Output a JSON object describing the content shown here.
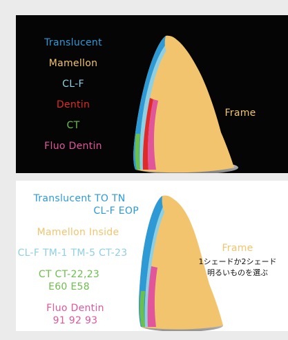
{
  "top_panel": {
    "labels": {
      "translucent": "Translucent",
      "mamellon": "Mamellon",
      "clf": "CL-F",
      "dentin": "Dentin",
      "ct": "CT",
      "fluo_dentin": "Fluo Dentin",
      "frame": "Frame"
    }
  },
  "bottom_panel": {
    "labels": {
      "translucent_line1": "Translucent TO TN",
      "translucent_line2": "CL-F EOP",
      "mamellon_inside": "Mamellon Inside",
      "clf_shades": "CL-F TM-1 TM-5 CT-23",
      "ct_line1": "CT CT-22,23",
      "ct_line2": "E60 E58",
      "fluo_line1": "Fluo Dentin",
      "fluo_line2": "91 92 93",
      "frame": "Frame",
      "frame_note_line1": "1シェードか2シェード",
      "frame_note_line2": "明るいものを選ぶ"
    }
  },
  "colors": {
    "translucent": "#2d9ad6",
    "mamellon": "#f2c46d",
    "clf": "#8fcfe3",
    "dentin": "#e02a2a",
    "ct": "#6cbf4a",
    "fluo": "#e1559a",
    "frame": "#f2c46d"
  }
}
